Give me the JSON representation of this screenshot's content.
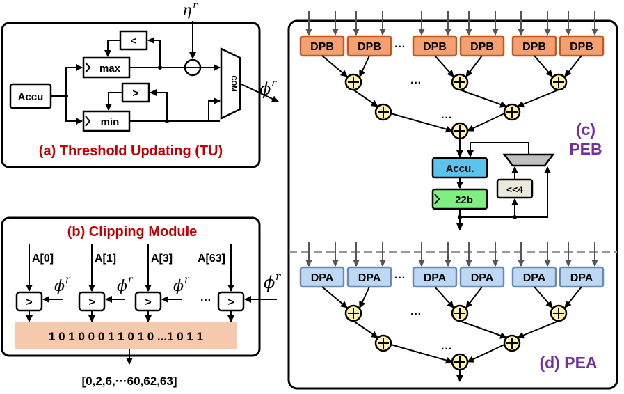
{
  "tu": {
    "title": "(a) Threshold Updating (TU)",
    "accu": "Accu",
    "max": "max",
    "min": "min",
    "lt": "<",
    "gt": ">",
    "com": "COM",
    "eta": "η",
    "eta_sup": "r",
    "phi": "ϕ",
    "phi_sup": "r"
  },
  "clip": {
    "title": "(b) Clipping Module",
    "inputs": [
      "A[0]",
      "A[1]",
      "A[3]",
      "A[63]"
    ],
    "comparator": ">",
    "dots": "···",
    "bits": "1 0 1 0 0 0 1 1 0 1 0 ...1 0 1 1",
    "output": "[0,2,6,···60,62,63]",
    "phi": "ϕ",
    "phi_sup": "r"
  },
  "peb": {
    "title_letter": "(c)",
    "title": "PEB",
    "unit": "DPB",
    "accu": "Accu.",
    "reg": "22b",
    "shift": "<<4",
    "dots": "···"
  },
  "pea": {
    "title": "(d) PEA",
    "unit": "DPA",
    "dots": "···"
  },
  "colors": {
    "dpb_fill": "#f4a070",
    "dpb_stroke": "#c05a20",
    "dpa_fill": "#bcd8f4",
    "adder_fill": "#fff2a8",
    "accu_fill": "#5bc4ec",
    "reg_fill": "#7ff07f",
    "shift_fill": "#eaeadb",
    "mux_fill": "#bfbfbf",
    "bits_fill": "#f6c9ac",
    "red": "#c00000",
    "purple": "#7030a0"
  }
}
